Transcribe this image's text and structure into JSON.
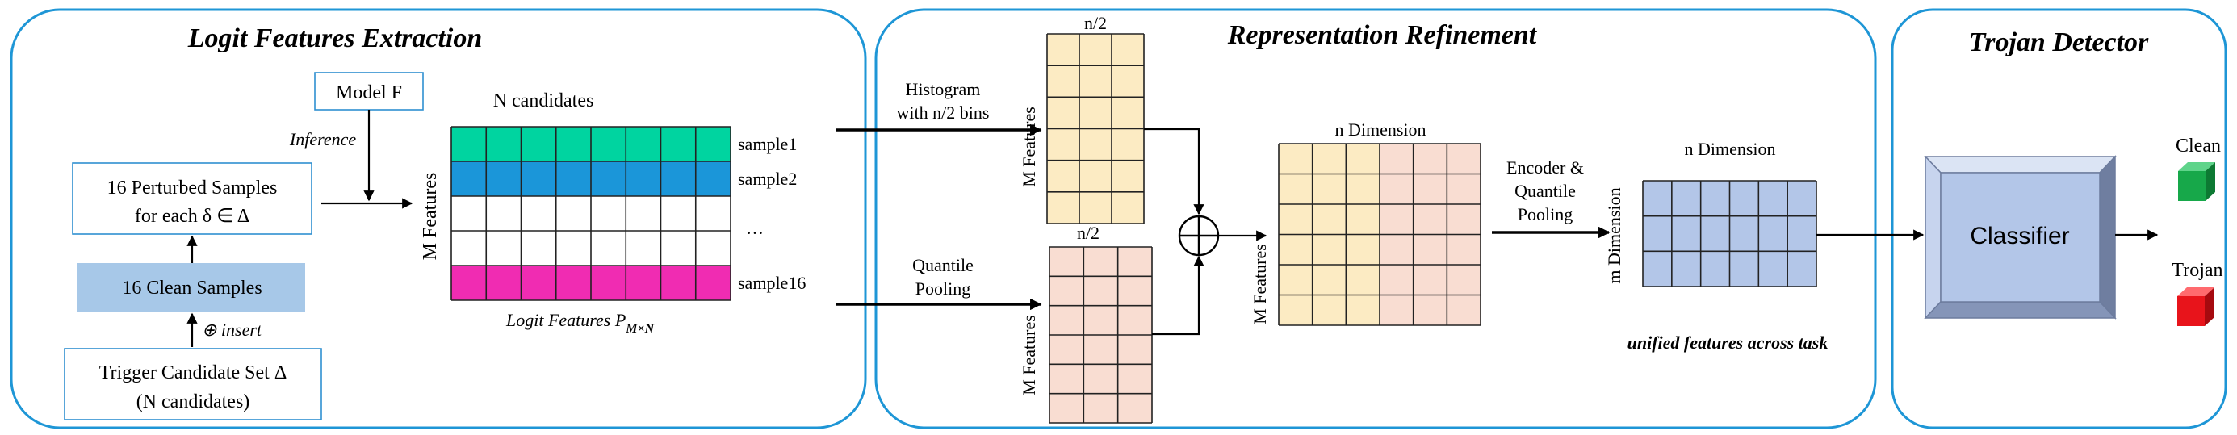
{
  "panels": {
    "extraction_title": "Logit Features Extraction",
    "refinement_title": "Representation Refinement",
    "detector_title": "Trojan Detector"
  },
  "extraction": {
    "model_label": "Model F",
    "inference_label": "Inference",
    "perturbed_line1": "16 Perturbed Samples",
    "perturbed_line2": "for each δ ∈ Δ",
    "clean_samples": "16 Clean Samples",
    "insert_label": "⊕ insert",
    "trigger_line1": "Trigger Candidate Set Δ",
    "trigger_line2": "(N candidates)",
    "n_candidates": "N candidates",
    "m_features": "M Features",
    "sample_labels": [
      "sample1",
      "sample2",
      "…",
      "sample16"
    ],
    "logit_caption": "Logit Features P",
    "logit_subscript": "M×N"
  },
  "refinement": {
    "histogram_line1": "Histogram",
    "histogram_line2": "with n/2 bins",
    "quantile_line1": "Quantile",
    "quantile_line2": "Pooling",
    "half_top": "n/2",
    "half_bottom": "n/2",
    "m_features_top": "M Features",
    "m_features_bottom": "M Features",
    "concat_symbol": "⊕",
    "n_dimension": "n Dimension",
    "m_features_mid": "M Features",
    "encoder_line1": "Encoder &",
    "encoder_line2": "Quantile",
    "encoder_line3": "Pooling",
    "n_dimension_out": "n Dimension",
    "m_dimension": "m Dimension",
    "unified_caption": "unified features across task"
  },
  "detector": {
    "classifier": "Classifier",
    "clean": "Clean",
    "trojan": "Trojan"
  },
  "colors": {
    "panel_border": "#1e96d6",
    "row_sample1": "#00d4a0",
    "row_sample2": "#1b96d9",
    "row_sample16": "#f02cb2",
    "clean_samples_fill": "#a7c8e8",
    "histogram_fill": "#fcebc3",
    "quantile_fill": "#f9ddd2",
    "unified_fill": "#b3c6e8",
    "classifier_fill": "#b3c6e8",
    "clean_cube": "#17a84a",
    "trojan_cube": "#e8141b"
  }
}
